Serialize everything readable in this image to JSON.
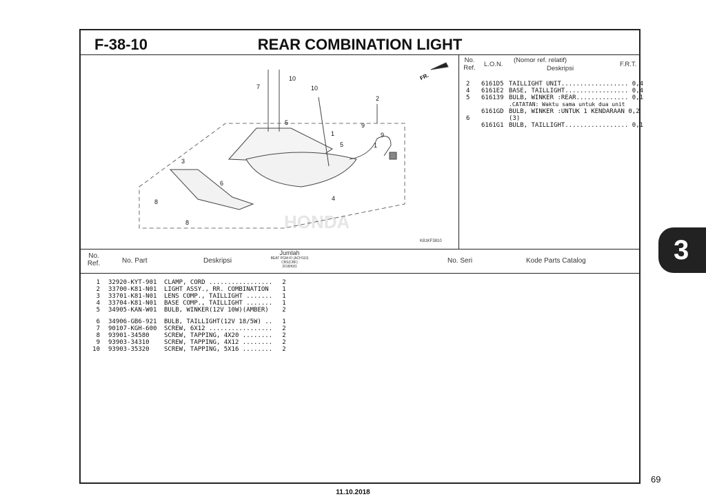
{
  "header": {
    "code": "F-38-10",
    "title": "REAR COMBINATION LIGHT"
  },
  "diagram": {
    "figure_id": "K81KF3810",
    "fr_label": "FR.",
    "callouts": [
      "1",
      "1",
      "2",
      "3",
      "4",
      "5",
      "5",
      "6",
      "7",
      "8",
      "8",
      "9",
      "9",
      "10",
      "10"
    ],
    "watermark": "HONDA"
  },
  "ref_table": {
    "headers": {
      "no_ref": "No. Ref.",
      "lon": "L.O.N.",
      "desc_top": "(Nomor ref. relatif)",
      "desc": "Deskripsi",
      "frt": "F.R.T."
    },
    "rows": [
      {
        "ref": "2",
        "lon": "6161D5",
        "desc": "TAILLIGHT UNIT.................. 0,4"
      },
      {
        "ref": "4",
        "lon": "6161E2",
        "desc": "BASE, TAILLIGHT................. 0,4"
      },
      {
        "ref": "5",
        "lon": "616139",
        "desc": "BULB, WINKER :REAR.............. 0,1"
      },
      {
        "ref": "",
        "lon": "",
        "desc": ".CATATAN: Waktu sama untuk dua unit"
      },
      {
        "ref": "",
        "lon": "6161GD",
        "desc": "BULB, WINKER :UNTUK 1 KENDARAAN 0,2"
      },
      {
        "ref": "6",
        "lon": "",
        "desc": "(3)"
      },
      {
        "ref": "",
        "lon": "6161G1",
        "desc": "BULB, TAILLIGHT................. 0,1"
      }
    ]
  },
  "parts_table": {
    "headers": {
      "no_ref": "No. Ref.",
      "no_part": "No. Part",
      "desc": "Deskripsi",
      "qty": "Jumlah",
      "qty_sub1": "BEAT PGM-FI (ACH110)",
      "qty_sub2": "CBS(CBF)",
      "qty_sub3": "2018/K81",
      "no_seri": "No. Seri",
      "catalog": "Kode Parts Catalog"
    },
    "rows": [
      {
        "ref": "1",
        "part": "32920-KYT-901",
        "desc": "CLAMP, CORD .................",
        "qty": "2"
      },
      {
        "ref": "2",
        "part": "33700-K81-N01",
        "desc": "LIGHT ASSY., RR. COMBINATION",
        "qty": "1"
      },
      {
        "ref": "3",
        "part": "33701-K81-N01",
        "desc": "LENS COMP., TAILLIGHT .......",
        "qty": "1"
      },
      {
        "ref": "4",
        "part": "33704-K81-N01",
        "desc": "BASE COMP., TAILLIGHT .......",
        "qty": "1"
      },
      {
        "ref": "5",
        "part": "34905-KAN-W01",
        "desc": "BULB, WINKER(12V 10W)(AMBER)",
        "qty": "2"
      },
      {
        "ref": "6",
        "part": "34906-GB6-921",
        "desc": "BULB, TAILLIGHT(12V 18/5W) ..",
        "qty": "1"
      },
      {
        "ref": "7",
        "part": "90107-KGH-600",
        "desc": "SCREW, 6X12 .................",
        "qty": "2"
      },
      {
        "ref": "8",
        "part": "93901-34580",
        "desc": "SCREW, TAPPING, 4X20 ........",
        "qty": "2"
      },
      {
        "ref": "9",
        "part": "93903-34310",
        "desc": "SCREW, TAPPING, 4X12 ........",
        "qty": "2"
      },
      {
        "ref": "10",
        "part": "93903-35320",
        "desc": "SCREW, TAPPING, 5X16 ........",
        "qty": "2"
      }
    ]
  },
  "section_tab": "3",
  "page_number": "69",
  "date": "11.10.2018"
}
